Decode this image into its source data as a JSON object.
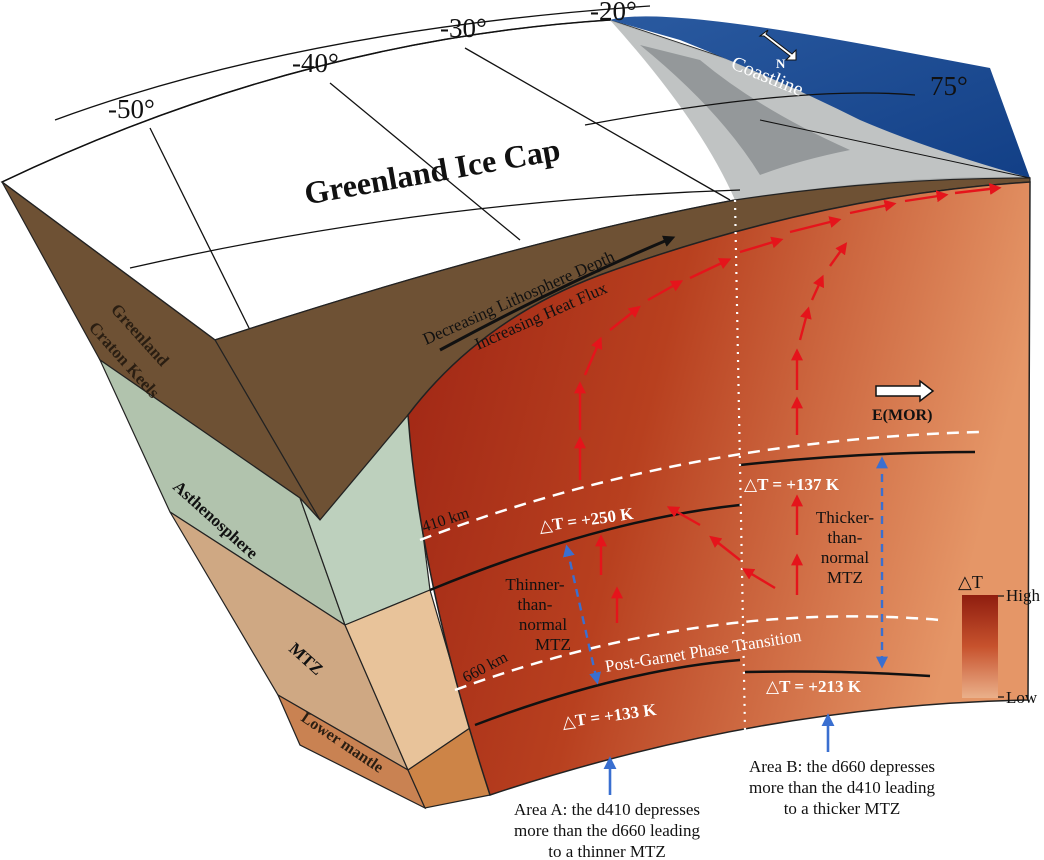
{
  "title": "Greenland Ice Cap",
  "longitudes": [
    "-50°",
    "-40°",
    "-30°",
    "-20°",
    "75°"
  ],
  "north_label": "N",
  "coastline_label": "Coastline",
  "lithosphere_arrow": {
    "line1": "Decreasing Lithosphere Depth",
    "line2": "Increasing Heat Flux"
  },
  "side_layers": [
    "Greenland",
    "Craton Keels",
    "Asthenosphere",
    "MTZ",
    "Lower mantle"
  ],
  "depths": [
    "410 km",
    "660 km"
  ],
  "mor_label": "E(MOR)",
  "delta_t": {
    "a_410": "△T = +250 K",
    "b_410": "△T = +137 K",
    "a_660": "△T = +133 K",
    "b_660": "△T = +213 K"
  },
  "mtz_a": [
    "Thinner-",
    "than-",
    "normal",
    "MTZ"
  ],
  "mtz_b": [
    "Thicker-",
    "than-",
    "normal",
    "MTZ"
  ],
  "phase_transition": "Post-Garnet Phase Transition",
  "legend": {
    "title": "△T",
    "high": "High",
    "low": "Low",
    "colors": {
      "high": "#8f1d0f",
      "low": "#eab08a"
    }
  },
  "area_a": [
    "Area A: the d410 depresses",
    "more than the d660 leading",
    "to a thinner MTZ"
  ],
  "area_b": [
    "Area B: the d660 depresses",
    "more than the d410 leading",
    "to a thicker MTZ"
  ],
  "colors": {
    "ice": "#ffffff",
    "ocean": "#1d4e94",
    "lithosphere": "#6e5134",
    "asthenosphere": "#bdd0bd",
    "mtz": "#e8c39a",
    "lower_mantle": "#c97a3c",
    "red_arrow": "#e5141b",
    "blue_arrow": "#3a6fd0"
  }
}
